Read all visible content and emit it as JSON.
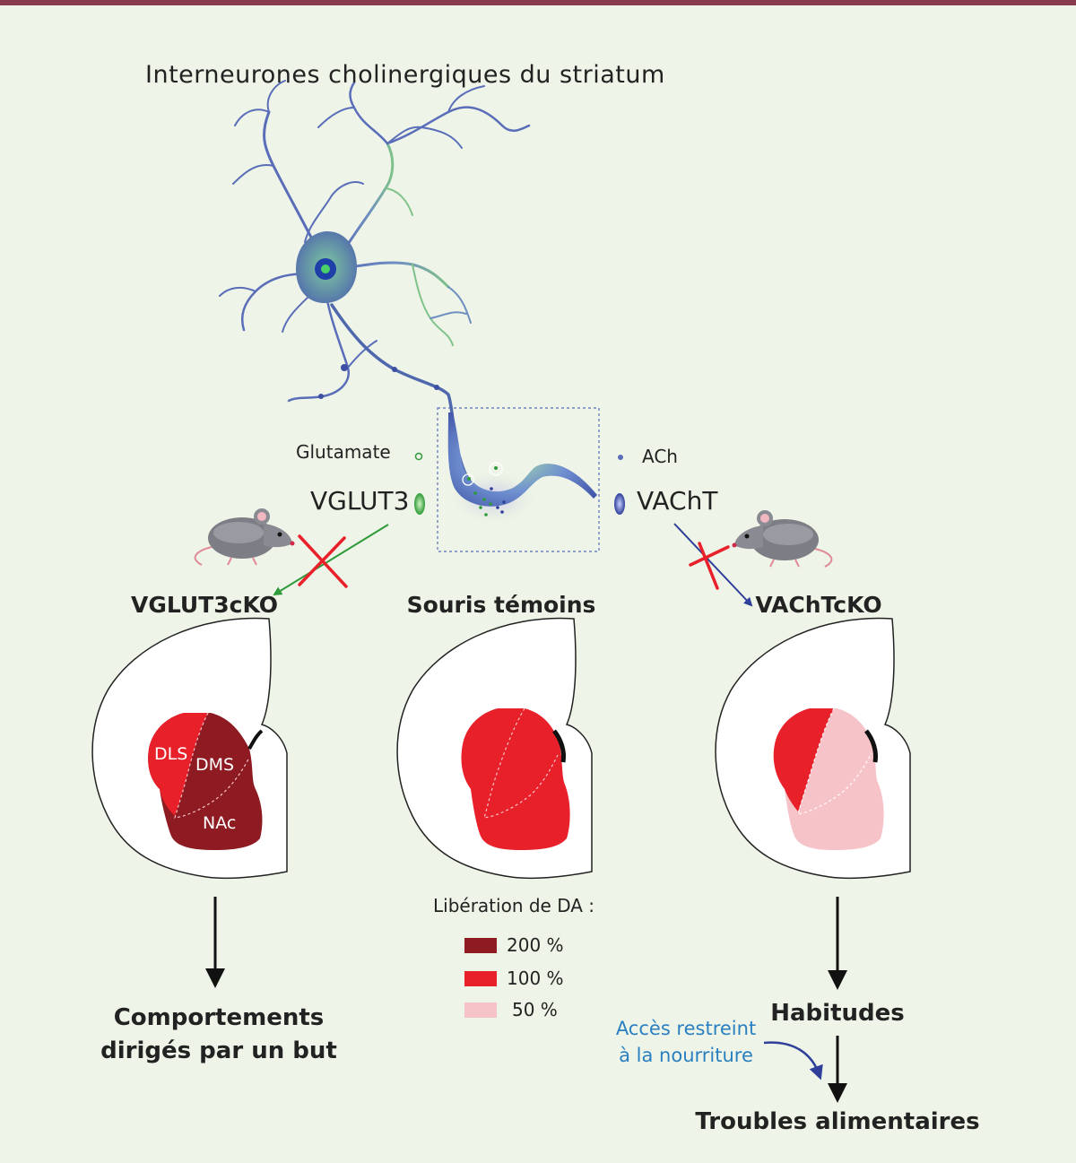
{
  "title": "Interneurones cholinergiques du striatum",
  "labels": {
    "glutamate": "Glutamate",
    "vglut3": "VGLUT3",
    "ach": "ACh",
    "vacht": "VAChT"
  },
  "panels": {
    "left": "VGLUT3cKO",
    "middle": "Souris témoins",
    "right": "VAChTcKO"
  },
  "regions": {
    "dls": "DLS",
    "dms": "DMS",
    "nac": "NAc"
  },
  "legend": {
    "title": "Libération de DA :",
    "items": [
      {
        "label": "200 %",
        "color": "#8e1a22"
      },
      {
        "label": "100 %",
        "color": "#e8202a"
      },
      {
        "label": "50 %",
        "color": "#f6c3c8"
      }
    ]
  },
  "outcomes": {
    "left_line1": "Comportements",
    "left_line2": "dirigés par un but",
    "right_habits": "Habitudes",
    "access_line1": "Accès restreint",
    "access_line2": "à la nourriture",
    "right_final": "Troubles alimentaires"
  },
  "colors": {
    "dark_red": "#8e1a22",
    "red": "#e8202a",
    "pink": "#f6c3c8",
    "green_arrow": "#2e9a3a",
    "blue_arrow": "#2f3f9a",
    "access_text": "#2a7fc0",
    "neuron_blue": "#5a6db8",
    "neuron_green": "#7fc28a"
  }
}
